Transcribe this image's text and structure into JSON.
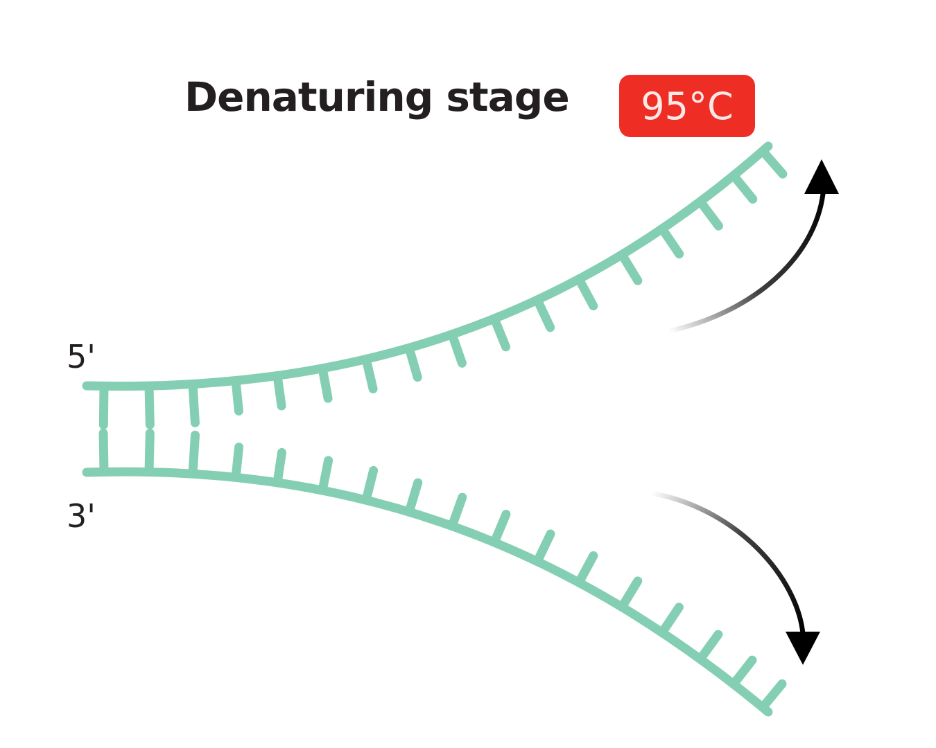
{
  "title": "Denaturing stage",
  "temperature": "95°C",
  "labels": {
    "five_prime": "5'",
    "three_prime": "3'"
  },
  "colors": {
    "strand": "#84cfb3",
    "badge": "#ee2d24",
    "arrow": "#000000",
    "text": "#231f20"
  },
  "icons": {
    "arrow_up": "curved-arrow-up-icon",
    "arrow_down": "curved-arrow-down-icon"
  }
}
